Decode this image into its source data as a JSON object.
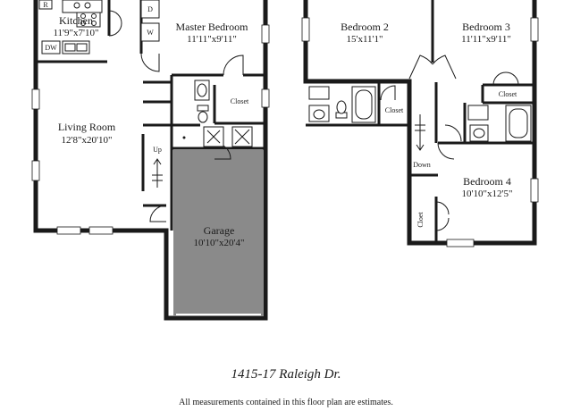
{
  "rooms": {
    "kitchen": {
      "name": "Kitchen",
      "dims": "11'9\"x7'10\""
    },
    "master_bedroom": {
      "name": "Master Bedroom",
      "dims": "11'11\"x9'11\""
    },
    "living_room": {
      "name": "Living Room",
      "dims": "12'8\"x20'10\""
    },
    "garage": {
      "name": "Garage",
      "dims": "10'10\"x20'4\""
    },
    "bedroom2": {
      "name": "Bedroom 2",
      "dims": "15'x11'1\""
    },
    "bedroom3": {
      "name": "Bedroom 3",
      "dims": "11'11\"x9'11\""
    },
    "bedroom4": {
      "name": "Bedroom 4",
      "dims": "10'10\"x12'5\""
    }
  },
  "fixtures": {
    "refrigerator": "R",
    "dryer": "D",
    "washer": "W",
    "dishwasher": "DW",
    "closet": "Closet",
    "closet_short": "Cloet",
    "stairs_up": "Up",
    "stairs_down": "Down"
  },
  "address": "1415-17 Raleigh Dr.",
  "disclaimer": "All measurements contained in this floor plan are estimates."
}
